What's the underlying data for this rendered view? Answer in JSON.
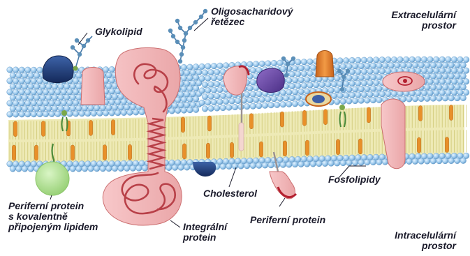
{
  "labels": {
    "glycolipid": "Glykolipid",
    "oligosaccharide": "Oligosacharidový\nřetězec",
    "extracellular": "Extracelulární\nprostor",
    "intracellular": "Intracelulární\nprostor",
    "cholesterol": "Cholesterol",
    "phospholipids": "Fosfolipidy",
    "peripheral_protein": "Periferní protein",
    "peripheral_protein_lipid": "Periferní protein\ns kovalentně\npřipojeným lipidem",
    "integral_protein": "Integrální\nprotein"
  },
  "colors": {
    "head": "#9cc9ec",
    "head_stroke": "#5b93c4",
    "tail": "#e8e29a",
    "cholesterol": "#e8902a",
    "protein_pink": "#f4b9bb",
    "protein_pink_stroke": "#cc6f70",
    "protein_navy": "#1f3b7a",
    "protein_purple": "#6c4aa6",
    "protein_orange": "#e7852e",
    "protein_green": "#b5e29a",
    "sugar": "#5b8fb8",
    "red": "#b42030",
    "label": "#1a1a2a"
  }
}
